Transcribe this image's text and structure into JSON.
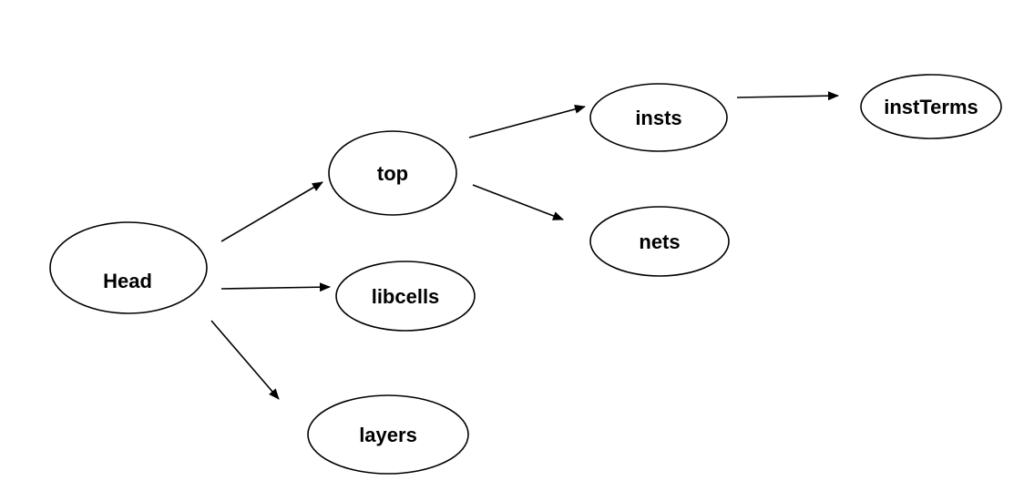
{
  "diagram": {
    "nodes": {
      "head": {
        "label": "Head"
      },
      "top": {
        "label": "top"
      },
      "libcells": {
        "label": "libcells"
      },
      "layers": {
        "label": "layers"
      },
      "insts": {
        "label": "insts"
      },
      "nets": {
        "label": "nets"
      },
      "instterms": {
        "label": "instTerms"
      }
    },
    "edges": [
      {
        "from": "Head",
        "to": "top"
      },
      {
        "from": "Head",
        "to": "libcells"
      },
      {
        "from": "Head",
        "to": "layers"
      },
      {
        "from": "top",
        "to": "insts"
      },
      {
        "from": "top",
        "to": "nets"
      },
      {
        "from": "insts",
        "to": "instTerms"
      }
    ]
  }
}
